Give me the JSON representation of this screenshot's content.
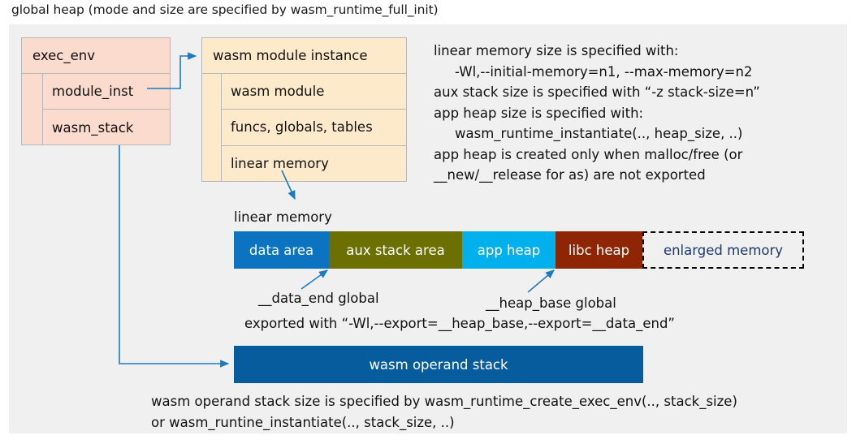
{
  "title": "global heap (mode and size are specified by wasm_runtime_full_init)",
  "exec_env": {
    "header": "exec_env",
    "rows": [
      "module_inst",
      "wasm_stack"
    ]
  },
  "module_instance": {
    "header": "wasm module instance",
    "rows": [
      "wasm module",
      "funcs, globals, tables",
      "linear memory"
    ]
  },
  "info": {
    "lines": [
      "linear memory size is specified with:",
      "-Wl,--initial-memory=n1, --max-memory=n2",
      "aux stack size is specified with “-z stack-size=n”",
      "app heap size is specified with:",
      "wasm_runtime_instantiate(.., heap_size, ..)",
      "app heap is created only when malloc/free (or",
      "__new/__release for as) are not exported"
    ]
  },
  "linear_memory": {
    "label": "linear memory",
    "segments": [
      {
        "label": "data area",
        "color": "#0b73c0",
        "width": 117
      },
      {
        "label": "aux stack area",
        "color": "#6b7000",
        "width": 164
      },
      {
        "label": "app heap",
        "color": "#03b0ee",
        "width": 115
      },
      {
        "label": "libc heap",
        "color": "#8e2504",
        "width": 107
      },
      {
        "label": "enlarged memory",
        "color": "#f0f0f0",
        "width": 199
      }
    ]
  },
  "annotations": {
    "data_end": "__data_end global",
    "heap_base": "__heap_base global",
    "exported": "exported with “-Wl,--export=__heap_base,--export=__data_end”"
  },
  "operand_stack": {
    "label": "wasm operand stack",
    "color": "#075c9e"
  },
  "bottom_note": {
    "lines": [
      "wasm operand stack size is specified by wasm_runtime_create_exec_env(.., stack_size)",
      "or wasm_runtine_instantiate(.., stack_size, ..)"
    ]
  },
  "colors": {
    "panel_bg": "#f0f0f0",
    "exec_env_fill": "#fadbcd",
    "module_fill": "#fdeacb",
    "connector": "#1b7ac4"
  }
}
